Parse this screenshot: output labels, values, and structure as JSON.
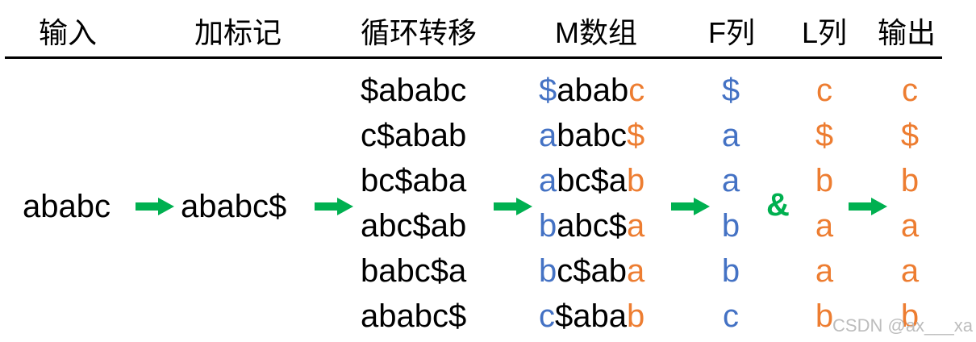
{
  "headers": {
    "input": "输入",
    "add_marker": "加标记",
    "rotate": "循环转移",
    "m_array": "M数组",
    "f_col": "F列",
    "l_col": "L列",
    "output": "输出"
  },
  "input_string": "ababc",
  "marked_string": "ababc$",
  "rotations": [
    "$ababc",
    "c$abab",
    "bc$aba",
    "abc$ab",
    "babc$a",
    "ababc$"
  ],
  "m_array": [
    {
      "first": "$",
      "middle": "abab",
      "last": "c"
    },
    {
      "first": "a",
      "middle": "babc",
      "last": "$"
    },
    {
      "first": "a",
      "middle": "bc$a",
      "last": "b"
    },
    {
      "first": "b",
      "middle": "abc$",
      "last": "a"
    },
    {
      "first": "b",
      "middle": "c$ab",
      "last": "a"
    },
    {
      "first": "c",
      "middle": "$aba",
      "last": "b"
    }
  ],
  "f_column": [
    "$",
    "a",
    "a",
    "b",
    "b",
    "c"
  ],
  "l_column": [
    "c",
    "$",
    "b",
    "a",
    "a",
    "b"
  ],
  "output_column": [
    "c",
    "$",
    "b",
    "a",
    "a",
    "b"
  ],
  "ampersand": "&",
  "watermark": "CSDN @ax___xa",
  "colors": {
    "first_char": "#4472c4",
    "last_char": "#ed7d31",
    "arrow": "#00b050",
    "ampersand": "#00b050",
    "text": "#000000"
  }
}
